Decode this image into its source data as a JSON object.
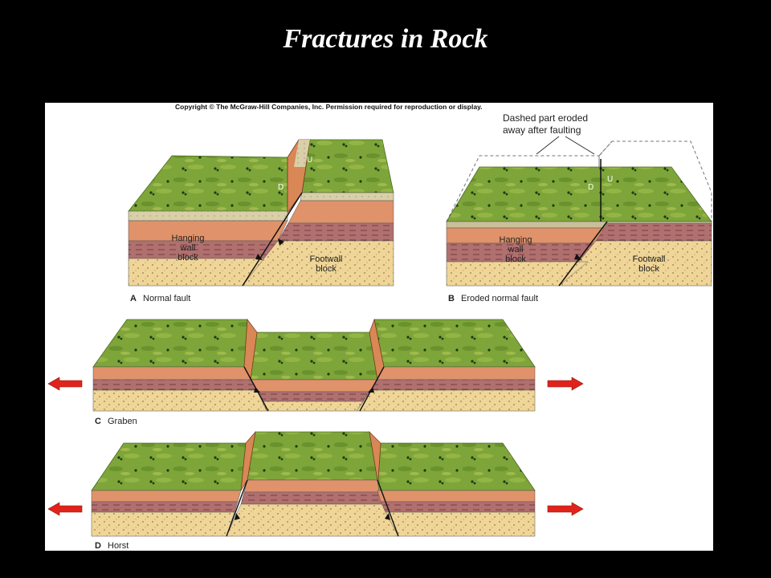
{
  "slide": {
    "title": "Fractures in Rock"
  },
  "figure": {
    "copyright": "Copyright © The McGraw-Hill Companies, Inc. Permission required for reproduction or display.",
    "panels": {
      "a": {
        "letter": "A",
        "caption": "Normal fault",
        "up_label": "U",
        "down_label": "D",
        "hanging_wall_label": [
          "Hanging",
          "wall",
          "block"
        ],
        "footwall_label": [
          "Footwall",
          "block"
        ]
      },
      "b": {
        "letter": "B",
        "caption": "Eroded normal fault",
        "up_label": "U",
        "down_label": "D",
        "annotation": [
          "Dashed part eroded",
          "away after faulting"
        ],
        "hanging_wall_label": [
          "Hanging",
          "wall",
          "block"
        ],
        "footwall_label": [
          "Footwall",
          "block"
        ]
      },
      "c": {
        "letter": "C",
        "caption": "Graben"
      },
      "d": {
        "letter": "D",
        "caption": "Horst"
      }
    },
    "colors": {
      "grass": "#7ea53a",
      "grass_dark": "#5f8a2a",
      "tree": "#1d3a12",
      "soil_top": "#d9cfa8",
      "orange_layer": "#e0926a",
      "maroon_layer": "#b07070",
      "sand_layer": "#efd597",
      "fault_face": "#d98755",
      "arrow": "#e0241b"
    }
  }
}
